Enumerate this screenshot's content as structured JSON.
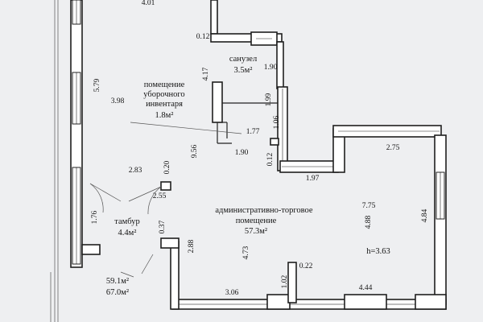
{
  "rooms": {
    "sanuzel": {
      "name": "санузел",
      "area": "3.5м²"
    },
    "inventory": {
      "line1": "помещение",
      "line2": "уборочного",
      "line3": "инвентаря",
      "area": "1.8м²"
    },
    "tambur": {
      "name": "тамбур",
      "area": "4.4м²"
    },
    "admin": {
      "line1": "административно-торговое",
      "line2": "помещение",
      "area": "57.3м²"
    }
  },
  "totals": {
    "area1": "59.1м²",
    "area2": "67.0м²"
  },
  "height": "h=3.63",
  "dims": {
    "top": "4.01",
    "d012a": "0.12",
    "d190a": "1.90",
    "d199": "1.99",
    "d417": "4.17",
    "d579": "5.79",
    "d398": "3.98",
    "d177": "1.77",
    "d106": "1.06",
    "d190b": "1.90",
    "d012b": "0.12",
    "d956": "9.56",
    "d283": "2.83",
    "d020": "0.20",
    "d255": "2.55",
    "d197": "1.97",
    "d275": "2.75",
    "d176": "1.76",
    "d037": "0.37",
    "d288": "2.88",
    "d473": "4.73",
    "d775": "7.75",
    "d488": "4.88",
    "d484": "4.84",
    "d022": "0.22",
    "d102": "1.02",
    "d306": "3.06",
    "d444": "4.44"
  }
}
